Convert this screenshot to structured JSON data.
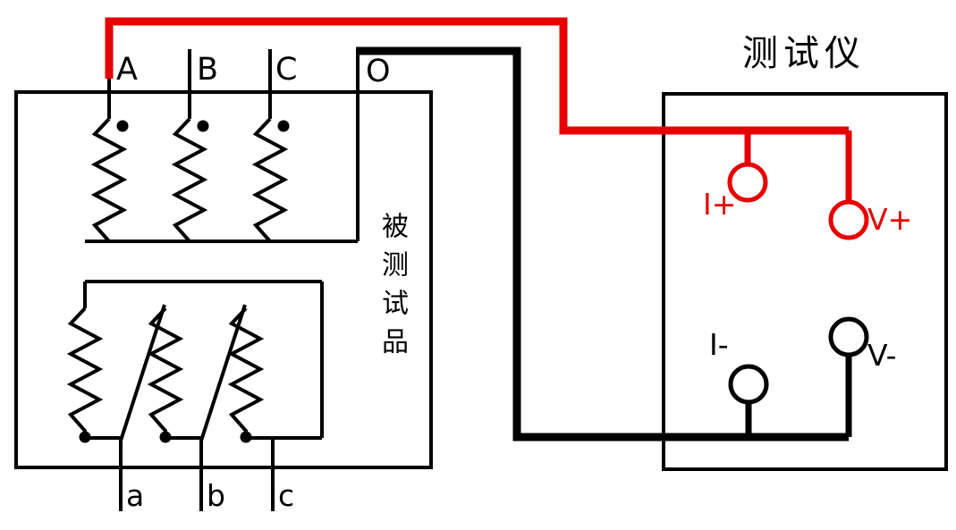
{
  "diagram": {
    "type": "transformer-test-wiring-diagram",
    "device": {
      "label": "被测试品",
      "primary_terminals": [
        "A",
        "B",
        "C",
        "O"
      ],
      "secondary_terminals": [
        "a",
        "b",
        "c"
      ]
    },
    "tester": {
      "label": "测试仪",
      "terminals": {
        "i_plus": "I+",
        "v_plus": "V+",
        "i_minus": "I-",
        "v_minus": "V-"
      }
    },
    "colors": {
      "positive_wire": "#e60000",
      "negative_wire": "#000000",
      "background": "#ffffff"
    }
  }
}
